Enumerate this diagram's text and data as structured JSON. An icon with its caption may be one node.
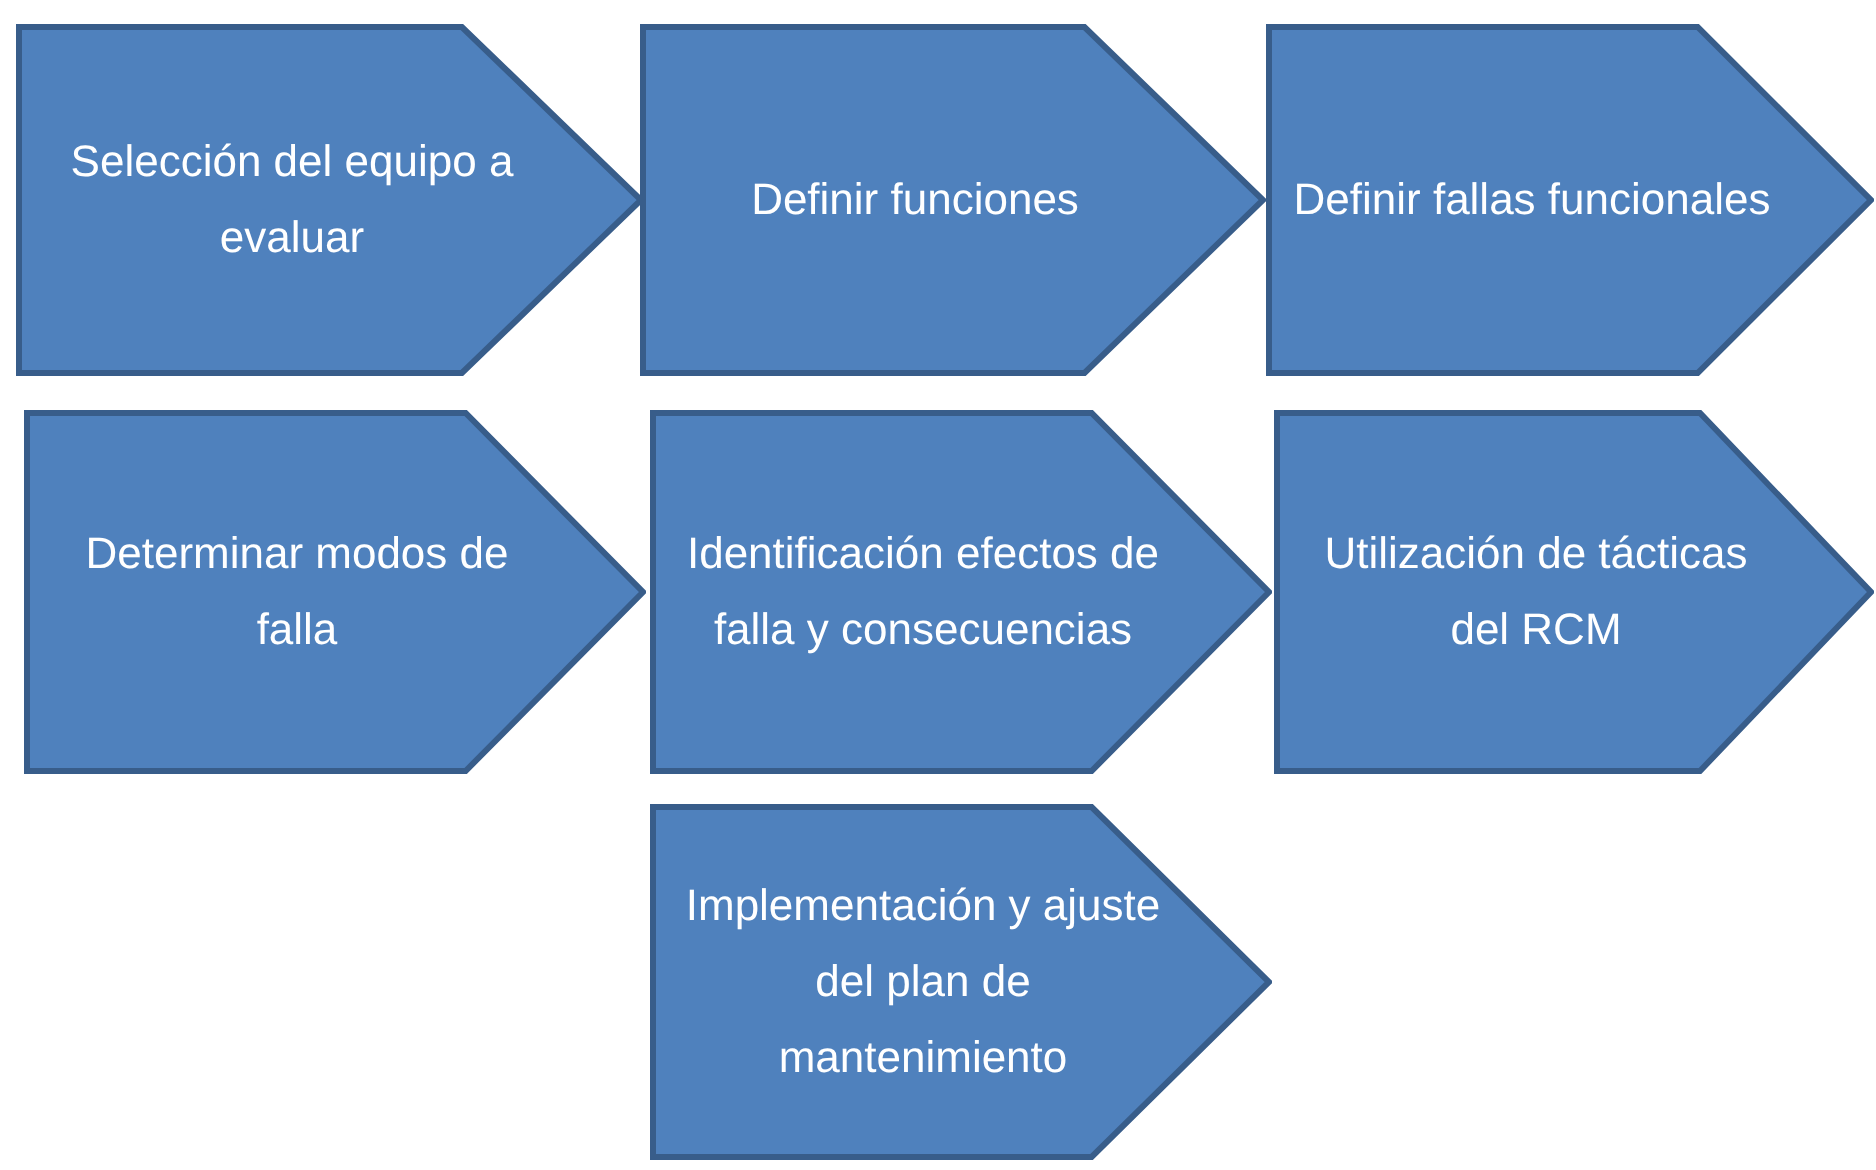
{
  "diagram": {
    "nodes": [
      {
        "text": [
          "Selección del equipo a evaluar"
        ]
      },
      {
        "text": [
          "Definir funciones"
        ]
      },
      {
        "text": [
          "Definir fallas funcionales"
        ]
      },
      {
        "text": [
          "Determinar modos de falla"
        ]
      },
      {
        "text": [
          "Identificación efectos de falla y consecuencias"
        ]
      },
      {
        "text": [
          "Utilización de tácticas del RCM"
        ]
      },
      {
        "text": [
          "Implementación y ajuste del plan de mantenimiento"
        ]
      }
    ]
  }
}
